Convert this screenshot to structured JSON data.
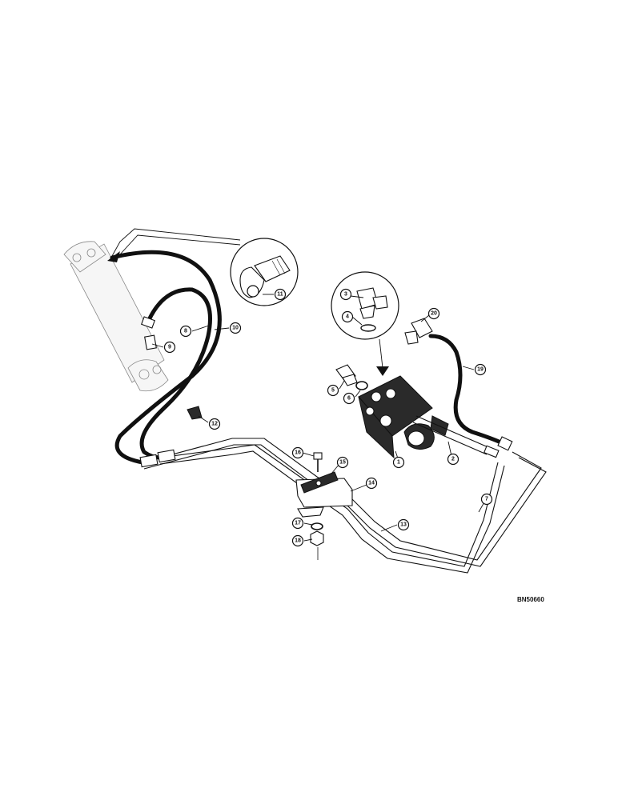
{
  "drawing": {
    "reference_code": "BN50660"
  },
  "callouts": [
    {
      "id": "c1",
      "label": "1"
    },
    {
      "id": "c2",
      "label": "2"
    },
    {
      "id": "c3",
      "label": "3"
    },
    {
      "id": "c4",
      "label": "4"
    },
    {
      "id": "c5",
      "label": "5"
    },
    {
      "id": "c6",
      "label": "6"
    },
    {
      "id": "c7",
      "label": "7"
    },
    {
      "id": "c8",
      "label": "8"
    },
    {
      "id": "c9",
      "label": "9"
    },
    {
      "id": "c10",
      "label": "10"
    },
    {
      "id": "c11",
      "label": "11"
    },
    {
      "id": "c12",
      "label": "12"
    },
    {
      "id": "c13",
      "label": "13"
    },
    {
      "id": "c14",
      "label": "14"
    },
    {
      "id": "c15",
      "label": "15"
    },
    {
      "id": "c16",
      "label": "16"
    },
    {
      "id": "c17",
      "label": "17"
    },
    {
      "id": "c18",
      "label": "18"
    },
    {
      "id": "c19",
      "label": "19"
    },
    {
      "id": "c20",
      "label": "20"
    }
  ]
}
